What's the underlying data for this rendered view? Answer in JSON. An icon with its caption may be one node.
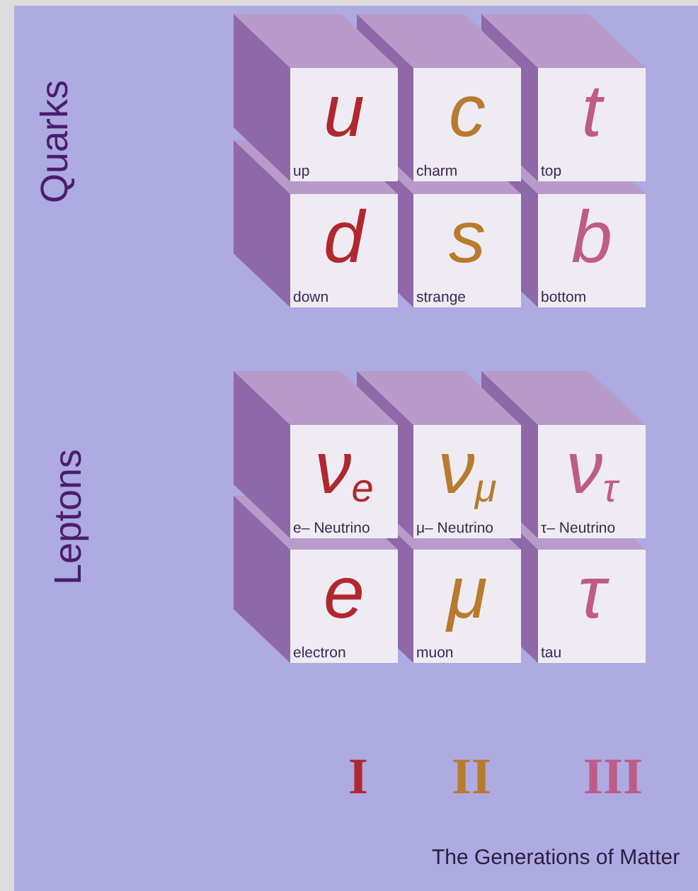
{
  "diagram": {
    "caption": "The Generations of Matter",
    "nodes": [
      {
        "text": [
          "u",
          "up"
        ]
      },
      {
        "text": [
          "c",
          "charm"
        ]
      },
      {
        "text": [
          "t",
          "top"
        ]
      },
      {
        "text": [
          "d",
          "down"
        ]
      },
      {
        "text": [
          "s",
          "strange"
        ]
      },
      {
        "text": [
          "b",
          "bottom"
        ]
      },
      {
        "text": [
          "ν$_{e}$",
          "e– Neutrino"
        ]
      },
      {
        "text": [
          "ν$_{μ}$",
          "μ– Neutrino"
        ]
      },
      {
        "text": [
          "ν$_{τ}$",
          "τ– Neutrino"
        ]
      },
      {
        "text": [
          "e",
          "electron"
        ]
      },
      {
        "text": [
          "μ",
          "muon"
        ]
      },
      {
        "text": [
          "τ",
          "tau"
        ]
      }
    ],
    "labels": [
      "Quarks",
      "Leptons",
      "I",
      "II",
      "III"
    ]
  }
}
